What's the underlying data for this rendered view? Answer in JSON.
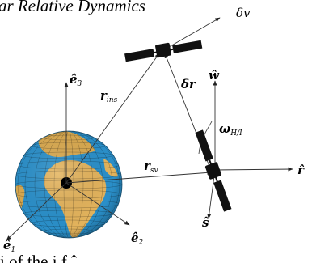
{
  "title": "ar Relative Dynamics",
  "bottom_text": "i         of the i            f  ˆ",
  "colors": {
    "ocean": "#2a8fc9",
    "land": "#e3b35c",
    "panel": "#111111",
    "line": "#333333"
  },
  "labels": {
    "delta_v": {
      "main": "δv"
    },
    "e3": {
      "main": "ê",
      "sub": "3"
    },
    "r_ins": {
      "main": "r",
      "sub": "ins"
    },
    "w_hat": {
      "main": "ŵ"
    },
    "delta_r": {
      "main": "δr"
    },
    "omega": {
      "main": "ω",
      "sub": "H/I"
    },
    "r_sv": {
      "main": "r",
      "sub": "sv"
    },
    "r_hat": {
      "main": "r̂"
    },
    "e1": {
      "main": "ê",
      "sub": "1"
    },
    "e2": {
      "main": "ê",
      "sub": "2"
    },
    "s_hat": {
      "main": "ŝ"
    }
  }
}
